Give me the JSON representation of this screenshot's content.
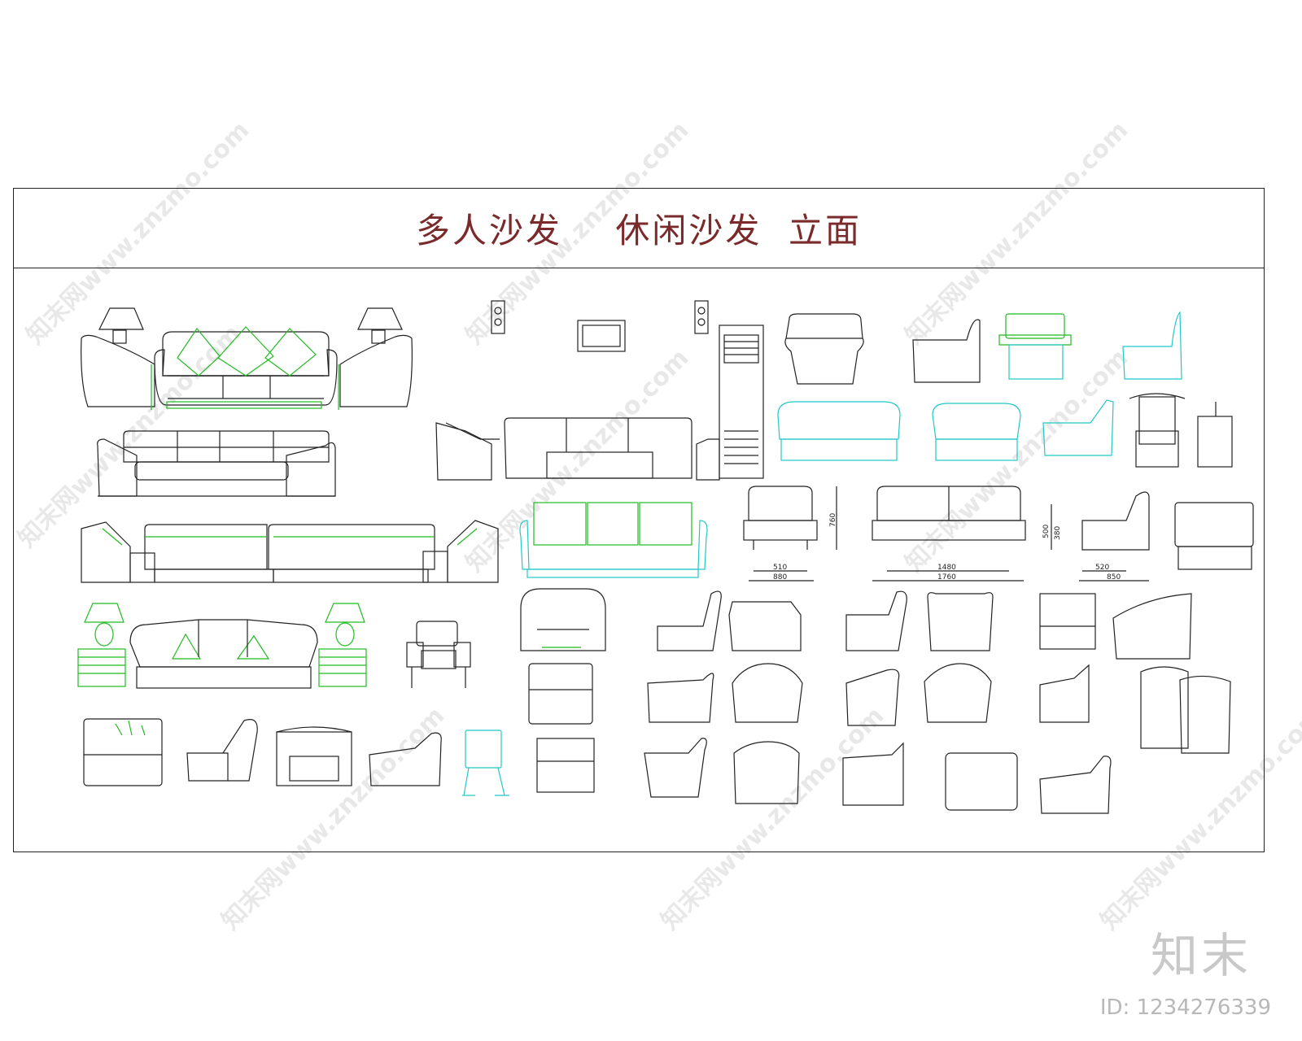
{
  "sheet": {
    "title": "多人沙发    休闲沙发  立面"
  },
  "dimensions": {
    "single_height": "760",
    "single_width_inner": "510",
    "single_width_outer": "880",
    "double_width_inner": "1480",
    "double_width_outer": "1760",
    "side_height": "500",
    "side_seat_height": "380",
    "side_depth_inner": "520",
    "side_depth_outer": "850"
  },
  "watermark": {
    "text": "知末网www.znzmo.com"
  },
  "branding": {
    "logo": "知末",
    "id_label": "ID: 1234276339"
  },
  "colors": {
    "line": "#222222",
    "green": "#22bb22",
    "cyan": "#22c8c8",
    "title": "#7a2a2a"
  }
}
